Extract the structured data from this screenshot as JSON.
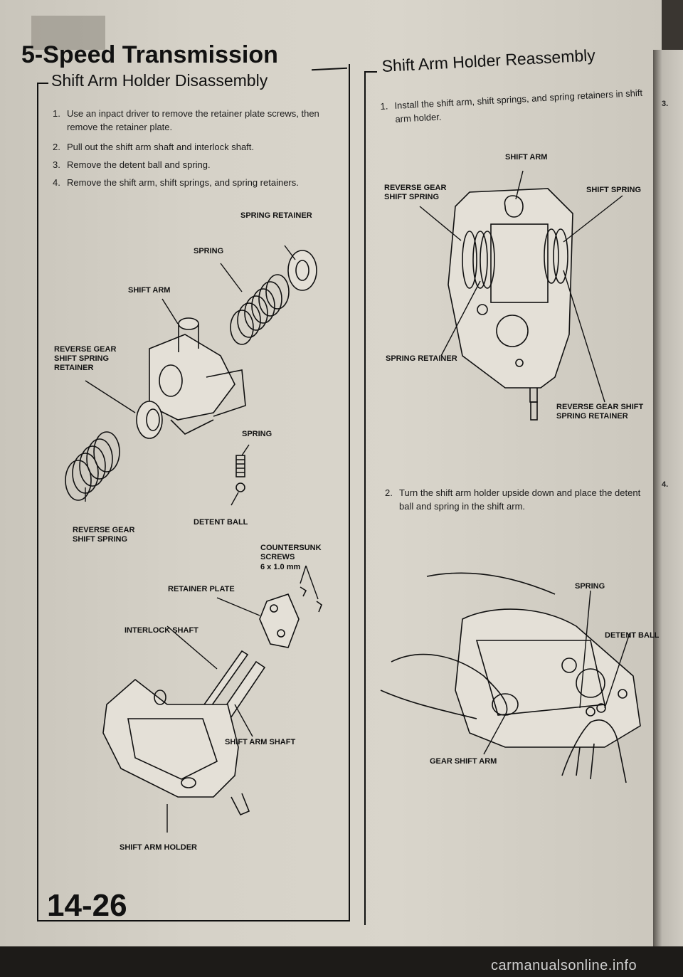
{
  "page": {
    "title": "5-Speed Transmission",
    "page_number": "14-26",
    "watermark": "carmanualsonline.info",
    "side_steps": [
      "3.",
      "4."
    ]
  },
  "left": {
    "heading": "Shift Arm Holder Disassembly",
    "steps": [
      {
        "num": "1.",
        "text": "Use an inpact driver to remove the retainer plate screws, then remove the retainer plate."
      },
      {
        "num": "2.",
        "text": "Pull out the shift arm shaft and interlock shaft."
      },
      {
        "num": "3.",
        "text": "Remove the detent ball and spring."
      },
      {
        "num": "4.",
        "text": "Remove the shift arm, shift springs, and spring retainers."
      }
    ],
    "labels": {
      "spring_retainer": "SPRING RETAINER",
      "spring_top": "SPRING",
      "shift_arm": "SHIFT ARM",
      "reverse_gear_shift_spring_retainer": "REVERSE GEAR SHIFT SPRING RETAINER",
      "spring_mid": "SPRING",
      "detent_ball": "DETENT BALL",
      "reverse_gear_shift_spring": "REVERSE GEAR SHIFT SPRING",
      "countersunk_screws": "COUNTERSUNK SCREWS",
      "screw_size": "6 x 1.0 mm",
      "retainer_plate": "RETAINER PLATE",
      "interlock_shaft": "INTERLOCK SHAFT",
      "shift_arm_shaft": "SHIFT ARM SHAFT",
      "shift_arm_holder": "SHIFT ARM HOLDER"
    }
  },
  "right": {
    "heading": "Shift Arm Holder Reassembly",
    "steps": [
      {
        "num": "1.",
        "text": "Install the shift arm, shift springs, and spring retainers in shift arm holder."
      },
      {
        "num": "2.",
        "text": "Turn the shift arm holder upside down and place the detent ball and spring in the shift arm."
      }
    ],
    "labels": {
      "shift_arm": "SHIFT ARM",
      "reverse_gear_shift_spring": "REVERSE GEAR SHIFT SPRING",
      "shift_spring": "SHIFT SPRING",
      "spring_retainer": "SPRING RETAINER",
      "reverse_gear_shift_spring_retainer": "REVERSE GEAR SHIFT SPRING RETAINER",
      "spring": "SPRING",
      "detent_ball": "DETENT BALL",
      "gear_shift_arm": "GEAR SHIFT ARM"
    }
  }
}
